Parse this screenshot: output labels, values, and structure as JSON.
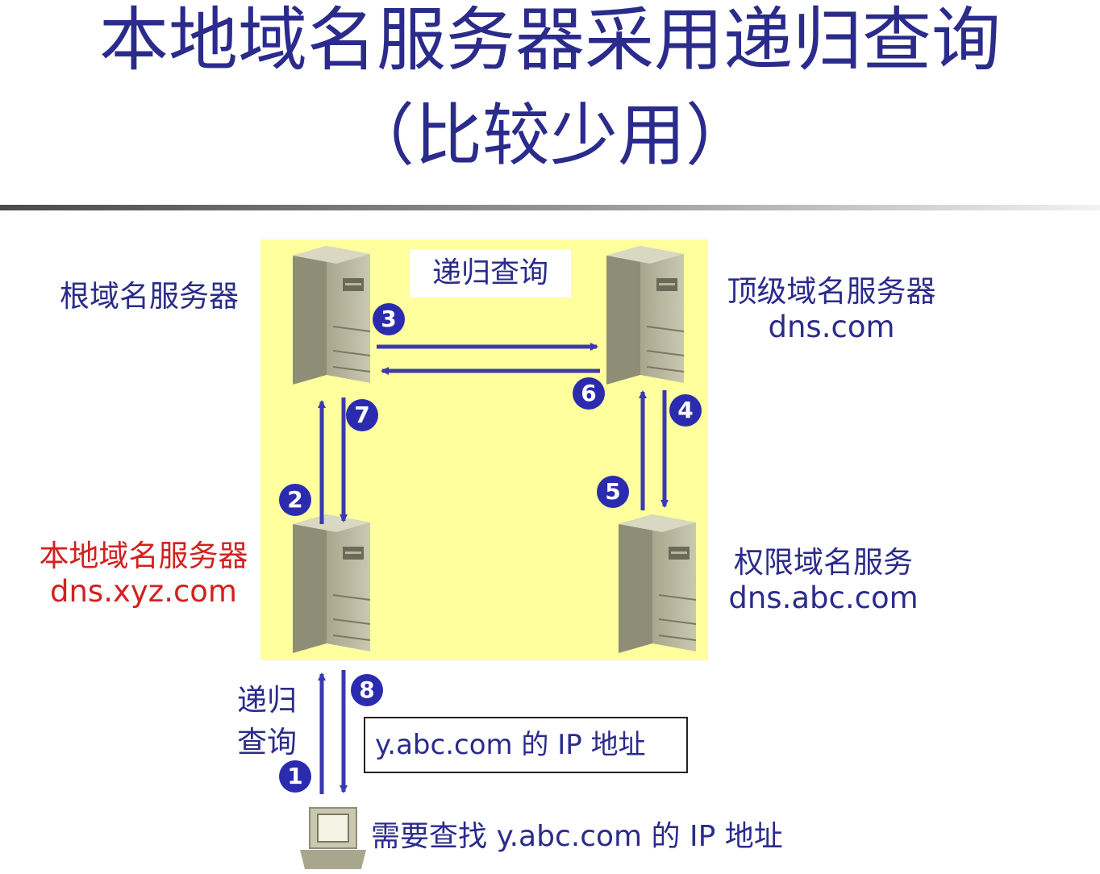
{
  "title": {
    "main": "本地域名服务器采用递归查询",
    "sub": "（比较少用）"
  },
  "nodes": {
    "root_server": {
      "name": "根域名服务器"
    },
    "tld_server": {
      "name": "顶级域名服务器",
      "domain": "dns.com"
    },
    "local_server": {
      "name": "本地域名服务器",
      "domain": "dns.xyz.com"
    },
    "authoritative_server": {
      "name": "权限域名服务",
      "domain": "dns.abc.com"
    },
    "client": {
      "name": "需要查找 y.abc.com 的 IP 地址"
    }
  },
  "labels": {
    "recursive_query_top": "递归查询",
    "recursive_query_bottom_line1": "递归",
    "recursive_query_bottom_line2": "查询",
    "answer": "y.abc.com 的 IP 地址"
  },
  "steps": [
    "1",
    "2",
    "3",
    "4",
    "5",
    "6",
    "7",
    "8"
  ],
  "colors": {
    "title": "#2b2b8c",
    "arrow": "#3a3ab0",
    "panel": "#ffff9e",
    "local_server_label": "#d42020",
    "badge": "#2b2bb0"
  }
}
